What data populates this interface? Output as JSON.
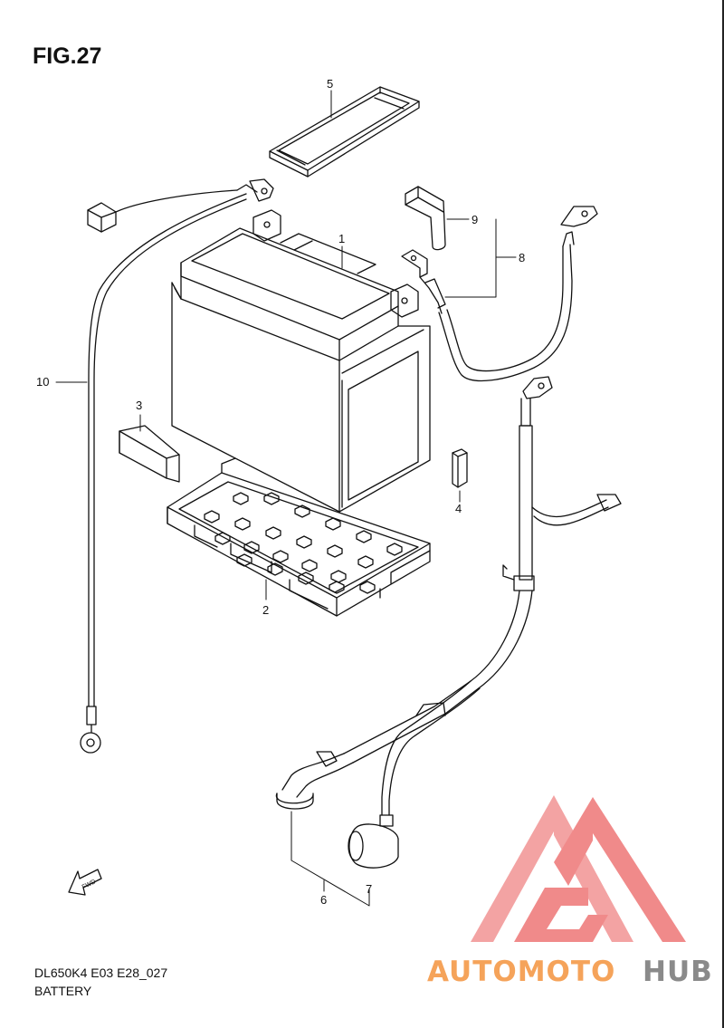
{
  "figure": {
    "title": "FIG.27",
    "model_code": "DL650K4 E03 E28_027",
    "section_name": "BATTERY",
    "fwd_label": "FWD"
  },
  "callouts": [
    {
      "id": "1",
      "label": "1"
    },
    {
      "id": "2",
      "label": "2"
    },
    {
      "id": "3",
      "label": "3"
    },
    {
      "id": "4",
      "label": "4"
    },
    {
      "id": "5",
      "label": "5"
    },
    {
      "id": "6",
      "label": "6"
    },
    {
      "id": "7",
      "label": "7"
    },
    {
      "id": "8",
      "label": "8"
    },
    {
      "id": "9",
      "label": "9"
    },
    {
      "id": "10",
      "label": "10"
    }
  ],
  "watermark": {
    "part1": "AUTOMOTO",
    "part2": "HUB",
    "color_primary": "#f08a8a",
    "color_secondary": "#8a8a8a",
    "color_accent": "#f5a35a"
  }
}
